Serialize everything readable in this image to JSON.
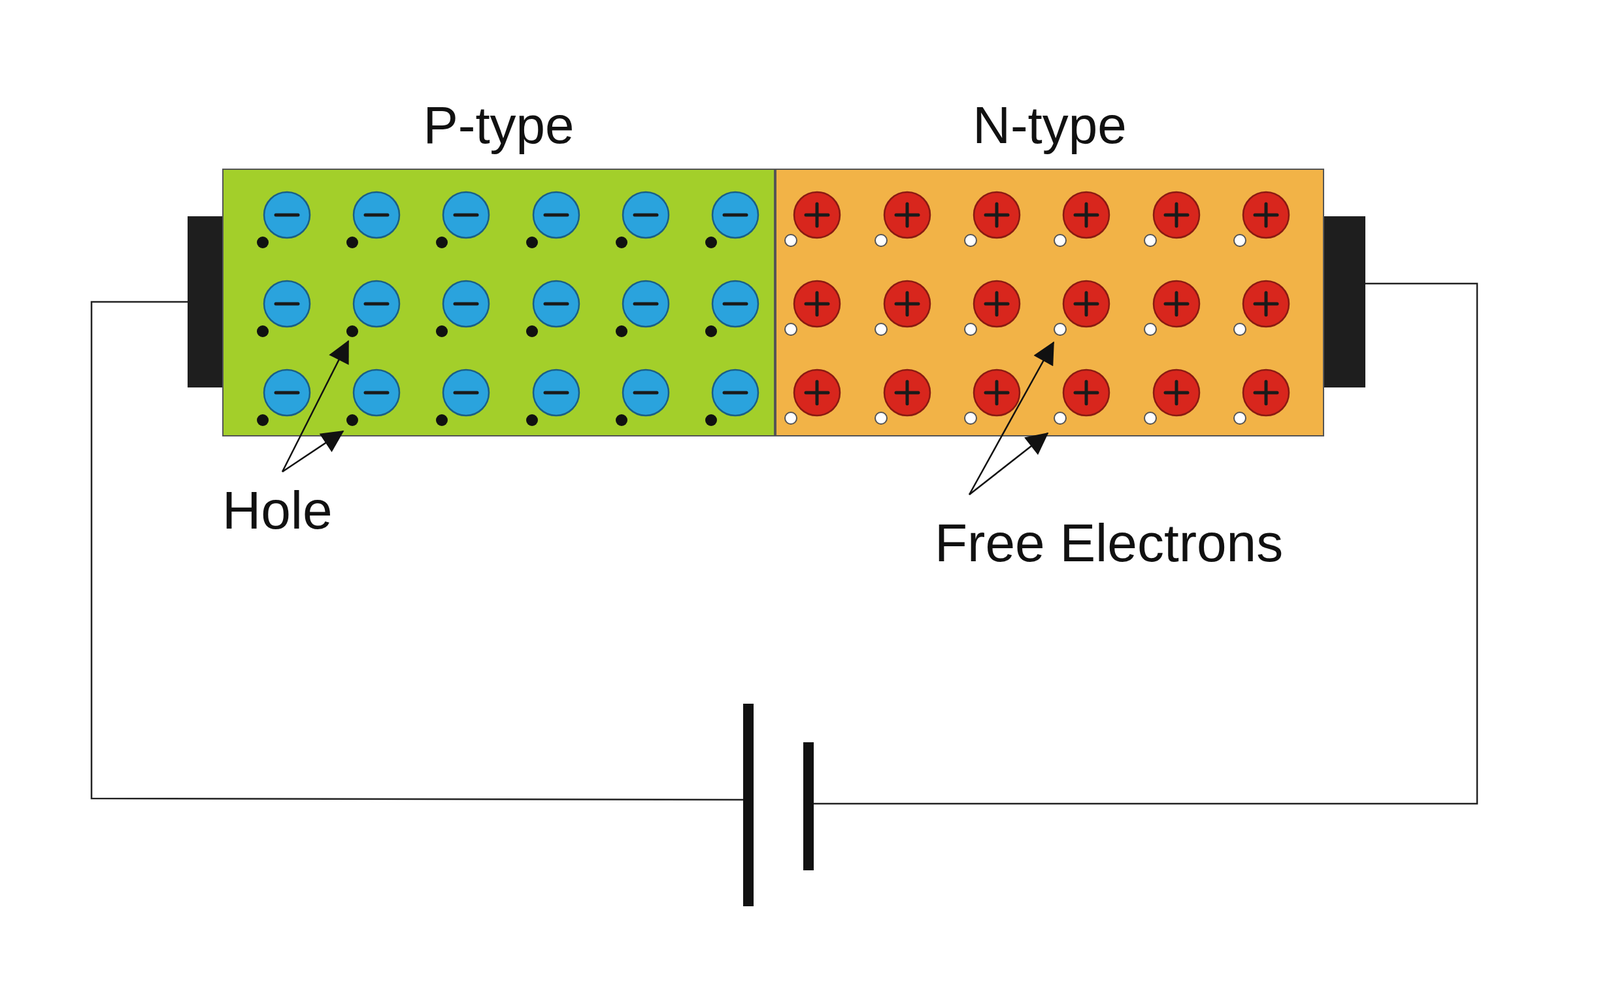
{
  "diagram": {
    "nodes": [
      {
        "text": [
          "P-type"
        ]
      },
      {
        "text": [
          "N-type"
        ]
      }
    ],
    "labels": [
      "Hole",
      "Free Electrons"
    ]
  }
}
